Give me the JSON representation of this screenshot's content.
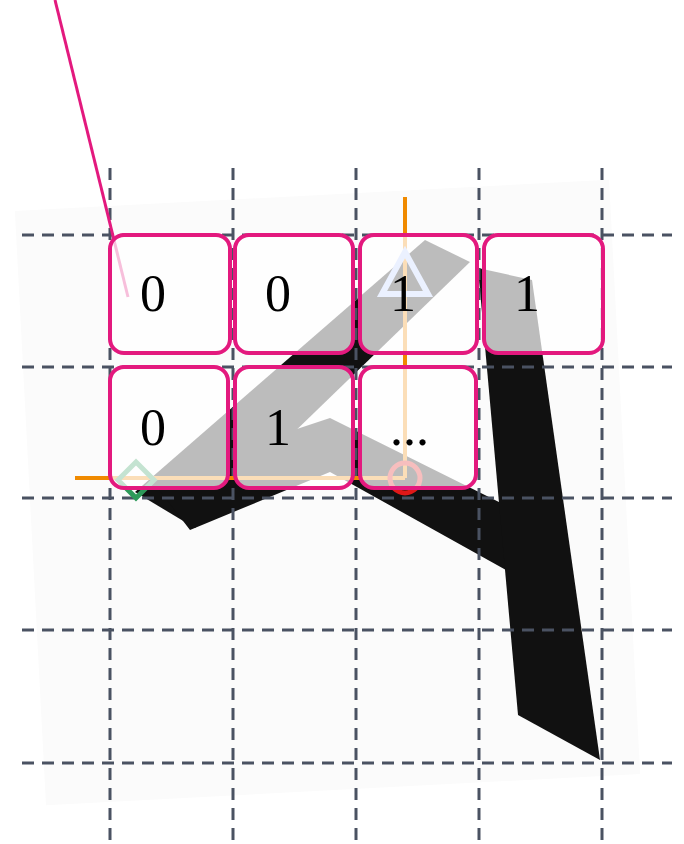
{
  "diagram": {
    "nodes": [
      {
        "text": [
          "0"
        ]
      },
      {
        "text": [
          "0"
        ]
      },
      {
        "text": [
          "1"
        ]
      },
      {
        "text": [
          "1"
        ]
      },
      {
        "text": [
          "0"
        ]
      },
      {
        "text": [
          "1"
        ]
      },
      {
        "text": [
          "..."
        ]
      }
    ]
  }
}
